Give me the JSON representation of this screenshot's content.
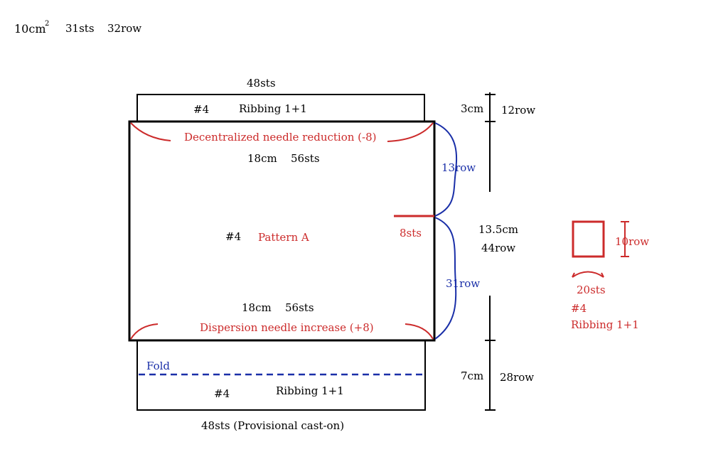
{
  "gauge": {
    "area": "10cm",
    "exp": "2",
    "stitches": "31sts",
    "rows": "32row"
  },
  "top_ribbing": {
    "width": "48sts",
    "needle": "#4",
    "label": "Ribbing 1+1",
    "height_cm": "3cm",
    "height_rows": "12row"
  },
  "body": {
    "decrease_label": "Decentralized needle reduction (-8)",
    "top_measure_cm": "18cm",
    "top_measure_sts": "56sts",
    "needle": "#4",
    "pattern": "Pattern A",
    "side_sts": "8sts",
    "upper_rows": "13row",
    "lower_rows": "31row",
    "height_cm": "13.5cm",
    "height_rows": "44row",
    "bottom_measure_cm": "18cm",
    "bottom_measure_sts": "56sts",
    "increase_label": "Dispersion needle increase (+8)"
  },
  "bottom_ribbing": {
    "fold_label": "Fold",
    "needle": "#4",
    "label": "Ribbing 1+1",
    "height_cm": "7cm",
    "height_rows": "28row",
    "cast_on": "48sts (Provisional cast-on)"
  },
  "swatch": {
    "rows": "10row",
    "stitches": "20sts",
    "needle": "#4",
    "label": "Ribbing 1+1"
  },
  "colors": {
    "black": "#000000",
    "red": "#cc2b2b",
    "blue": "#1a2fa8"
  }
}
